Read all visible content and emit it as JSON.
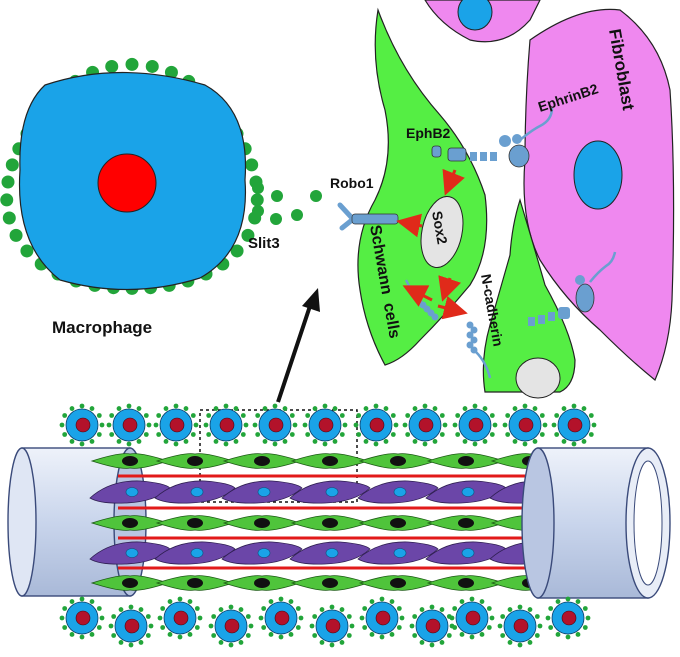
{
  "labels": {
    "macrophage": "Macrophage",
    "slit3": "Slit3",
    "robo1": "Robo1",
    "ephb2": "EphB2",
    "ephrinb2": "EphrinB2",
    "fibroblast": "Fibroblast",
    "sox2": "Sox2",
    "schwann_cells": "Schwann  cells",
    "n_cadherin": "N-cadherin"
  },
  "colors": {
    "macrophage_cytoplasm": "#1aa3e8",
    "macrophage_nucleus": "#ff0000",
    "slit_dots": "#22a53a",
    "schwann_cell": "#55ee44",
    "fibroblast": "#ef88ef",
    "fibroblast_nucleus": "#1aa3e8",
    "receptor": "#6a9fd0",
    "arrow": "#e02a1a",
    "conduit": "#c8d4ec",
    "conduit_fiber": "#e21a1a",
    "tube_fibroblast": "#6b46a8"
  },
  "icons": {
    "zoom_arrow": "arrow-up-right-icon",
    "zoom_box": "dotted-selection-box"
  }
}
